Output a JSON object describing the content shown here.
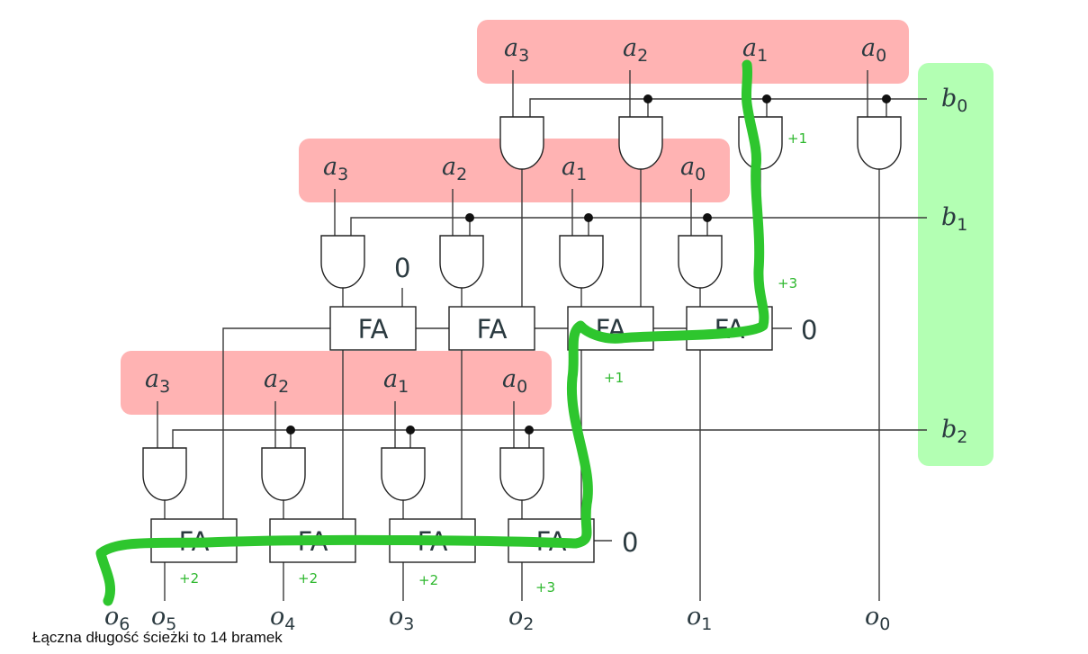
{
  "a_rows": [
    [
      "a3",
      "a2",
      "a1",
      "a0"
    ],
    [
      "a3",
      "a2",
      "a1",
      "a0"
    ],
    [
      "a3",
      "a2",
      "a1",
      "a0"
    ]
  ],
  "b_labels": [
    "b0",
    "b1",
    "b2"
  ],
  "outputs": [
    "o6",
    "o5",
    "o4",
    "o3",
    "o2",
    "o1",
    "o0"
  ],
  "fa_label": "FA",
  "carry_in_zero": "0",
  "delays": [
    "+1",
    "+3",
    "+1",
    "+2",
    "+2",
    "+2",
    "+3"
  ],
  "caption": "Łączna długość ścieżki to 14 bramek",
  "colors": {
    "a_row_fill": "#ffb3b3",
    "b_column_fill": "#b3ffb3",
    "path": "#2ec62e",
    "delay_text": "#2eb82e"
  }
}
